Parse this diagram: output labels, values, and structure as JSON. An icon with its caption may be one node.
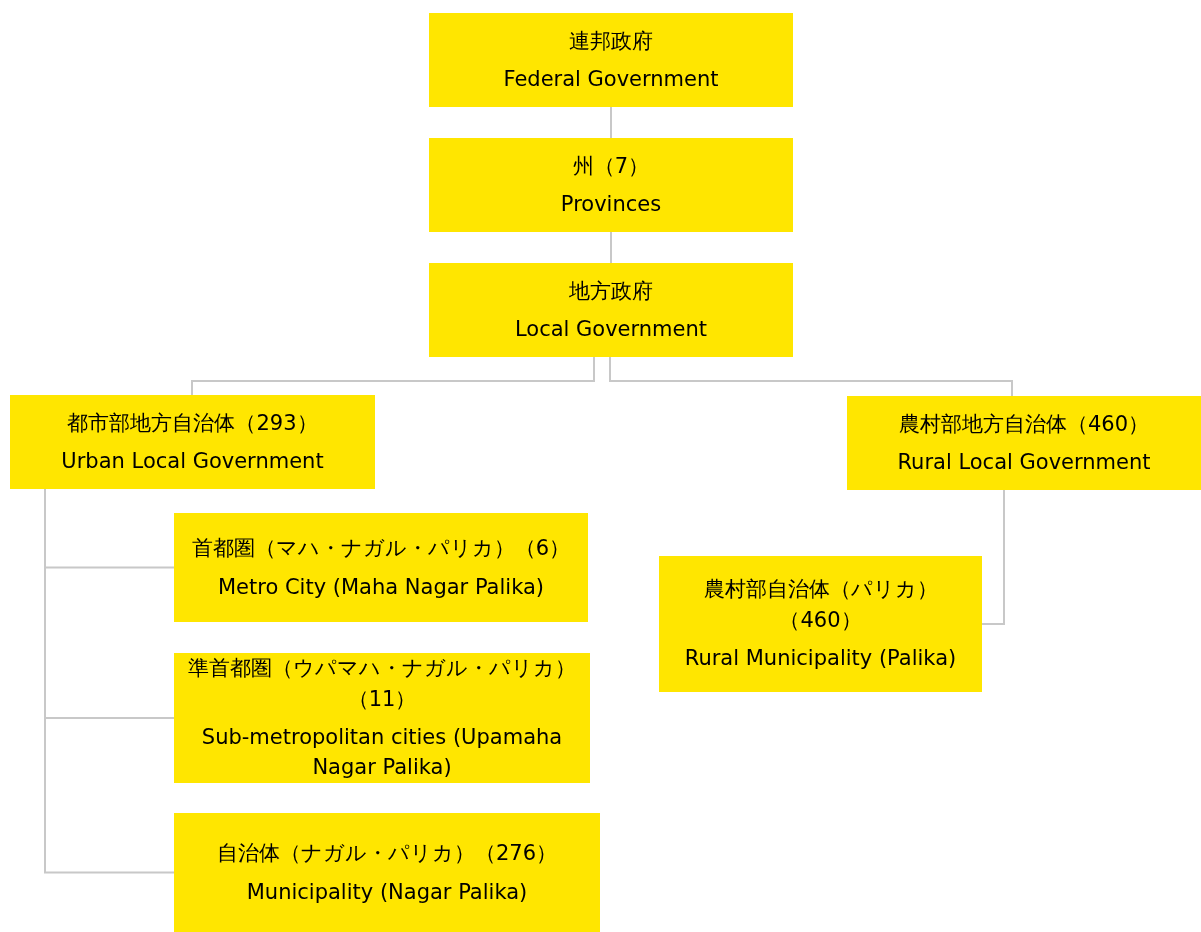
{
  "diagram": {
    "nodes": [
      {
        "text": [
          "連邦政府",
          "Federal Government"
        ]
      },
      {
        "text": [
          "州（7）",
          "Provinces"
        ]
      },
      {
        "text": [
          "地方政府",
          "Local Government"
        ]
      },
      {
        "text": [
          "都市部地方自治体（293）",
          "Urban Local Government"
        ]
      },
      {
        "text": [
          "農村部地方自治体（460）",
          "Rural Local Government"
        ]
      },
      {
        "text": [
          "首都圏（マハ・ナガル・パリカ）（6）",
          "Metro City (Maha Nagar Palika)"
        ]
      },
      {
        "text": [
          "準首都圏（ウパマハ・ナガル・パリカ）（11）",
          "Sub-metropolitan cities (Upamaha Nagar Palika)"
        ]
      },
      {
        "text": [
          "自治体（ナガル・パリカ）（276）",
          "Municipality (Nagar Palika)"
        ]
      },
      {
        "text": [
          "農村部自治体（パリカ）（460）",
          "Rural Municipality (Palika)"
        ]
      }
    ],
    "edges": [
      {
        "from": 0,
        "to": 1,
        "arrow": "none"
      },
      {
        "from": 1,
        "to": 2,
        "arrow": "none"
      },
      {
        "from": 2,
        "to": 3,
        "arrow": "none"
      },
      {
        "from": 2,
        "to": 4,
        "arrow": "none"
      },
      {
        "from": 3,
        "to": 5,
        "arrow": "none"
      },
      {
        "from": 3,
        "to": 6,
        "arrow": "none"
      },
      {
        "from": 3,
        "to": 7,
        "arrow": "none"
      },
      {
        "from": 4,
        "to": 8,
        "arrow": "none"
      }
    ]
  }
}
